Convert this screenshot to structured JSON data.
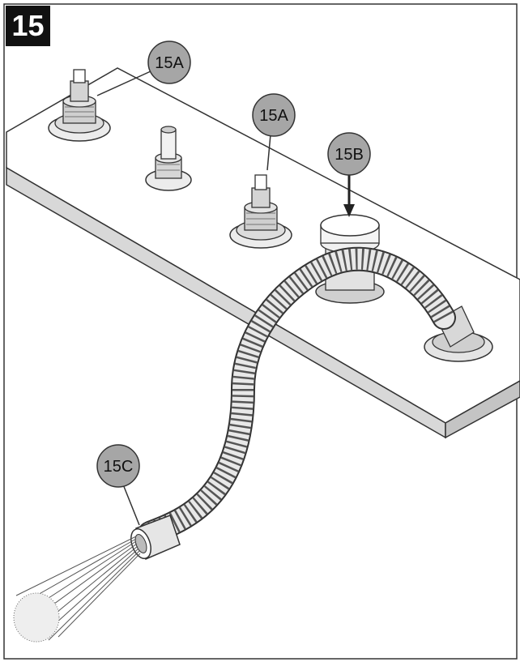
{
  "step": {
    "number": "15"
  },
  "callouts": [
    {
      "id": "a1",
      "label": "15A"
    },
    {
      "id": "a2",
      "label": "15A"
    },
    {
      "id": "b",
      "label": "15B"
    },
    {
      "id": "c",
      "label": "15C"
    }
  ],
  "colors": {
    "outline": "#333333",
    "badge": "#111111",
    "callout_fill": "#a6a6a6",
    "deck_edge": "#d8d8d8"
  }
}
